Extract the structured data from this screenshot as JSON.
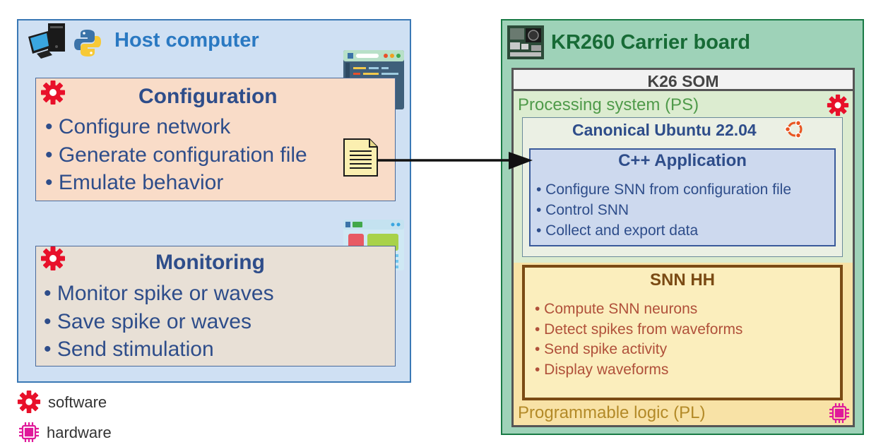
{
  "host": {
    "title": "Host computer",
    "configuration": {
      "title": "Configuration",
      "items": [
        "• Configure network",
        "• Generate configuration file",
        "• Emulate behavior"
      ]
    },
    "monitoring": {
      "title": "Monitoring",
      "items": [
        "• Monitor spike or waves",
        "• Save spike or waves",
        "• Send stimulation"
      ]
    }
  },
  "board": {
    "title": "KR260 Carrier board",
    "som": "K26 SOM",
    "ps": "Processing system (PS)",
    "os": "Canonical Ubuntu 22.04",
    "app": {
      "title": "C++ Application",
      "items": [
        "• Configure SNN from configuration file",
        "• Control SNN",
        "• Collect and export data"
      ]
    },
    "snn": {
      "title": "SNN HH",
      "items": [
        "• Compute SNN neurons",
        "• Detect spikes from waveforms",
        "• Send spike activity",
        "• Display waveforms"
      ]
    },
    "pl": "Programmable logic (PL)"
  },
  "legend": {
    "software": "software",
    "hardware": "hardware"
  },
  "colors": {
    "software_icon": "#e8102a",
    "hardware_icon": "#e0199a",
    "host_bg": "#cfe0f3",
    "host_border": "#3a78b5",
    "board_bg": "#9ed2b8",
    "board_border": "#197a45",
    "title_blue": "#2e4d8a",
    "snn_title": "#7a4a14",
    "snn_text": "#b0503a",
    "pl_text": "#b38a28"
  },
  "icons": [
    "pc-icon",
    "python-icon",
    "code-window-icon",
    "document-icon",
    "qt-window-icon",
    "board-photo-icon",
    "ubuntu-icon",
    "gear-icon",
    "chip-icon"
  ]
}
